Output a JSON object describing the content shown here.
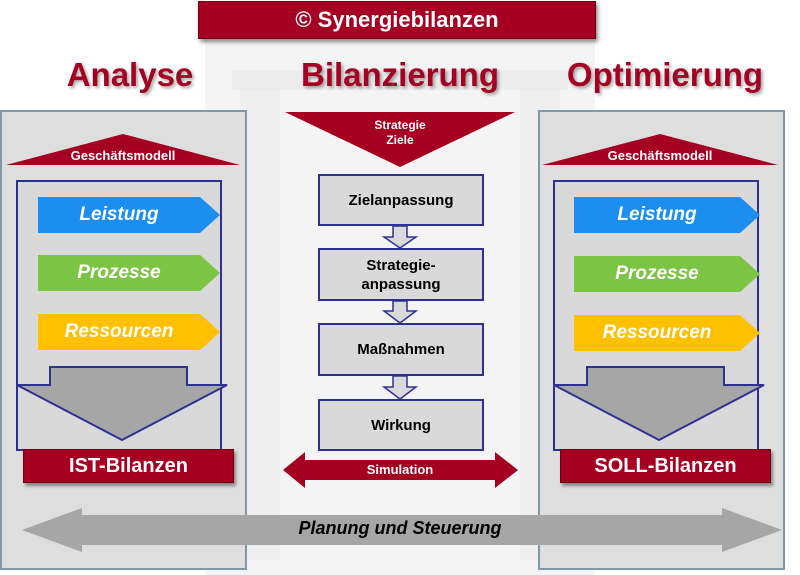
{
  "title": "© Synergiebilanzen",
  "headings": {
    "analyse": "Analyse",
    "bilanzierung": "Bilanzierung",
    "optimierung": "Optimierung"
  },
  "left_panel": {
    "model_label": "Geschäftsmodell",
    "arrows": [
      "Leistung",
      "Prozesse",
      "Ressourcen"
    ],
    "result": "IST-Bilanzen"
  },
  "right_panel": {
    "model_label": "Geschäftsmodell",
    "arrows": [
      "Leistung",
      "Prozesse",
      "Ressourcen"
    ],
    "result": "SOLL-Bilanzen"
  },
  "center": {
    "top_triangle_line1": "Strategie",
    "top_triangle_line2": "Ziele",
    "steps": [
      "Zielanpassung",
      "Strategie-",
      "anpassung",
      "Maßnahmen",
      "Wirkung"
    ],
    "simulation": "Simulation"
  },
  "bottom_arrow": "Planung und Steuerung",
  "colors": {
    "brand_red": "#a50021",
    "leistung": "#1b8ef0",
    "prozesse": "#7cc443",
    "ressourcen": "#ffc000",
    "frame_blue": "#2e3192"
  }
}
